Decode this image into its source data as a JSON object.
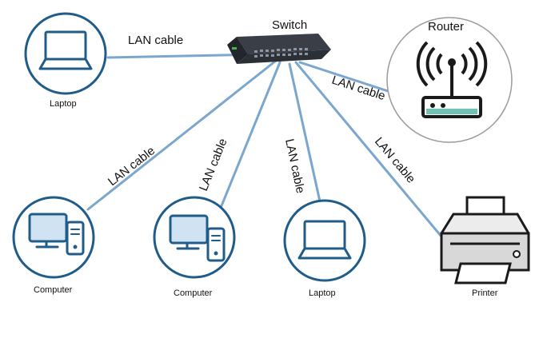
{
  "diagram": {
    "switch": {
      "label": "Switch"
    },
    "router": {
      "label": "Router"
    },
    "cables": {
      "laptop_top": "LAN cable",
      "router": "LAN cable",
      "computer_left": "LAN cable",
      "computer_mid": "LAN cable",
      "laptop_bottom": "LAN cable",
      "printer": "LAN cable"
    },
    "nodes": {
      "laptop_top": "Laptop",
      "computer_left": "Computer",
      "computer_mid": "Computer",
      "laptop_bottom": "Laptop",
      "printer": "Printer"
    },
    "colors": {
      "cable": "#7aa6cf",
      "device_outline": "#1f5c8a",
      "device_fill": "#cfe3f3",
      "router_accent": "#6fc3b4",
      "switch_body": "#2b2f36"
    }
  }
}
